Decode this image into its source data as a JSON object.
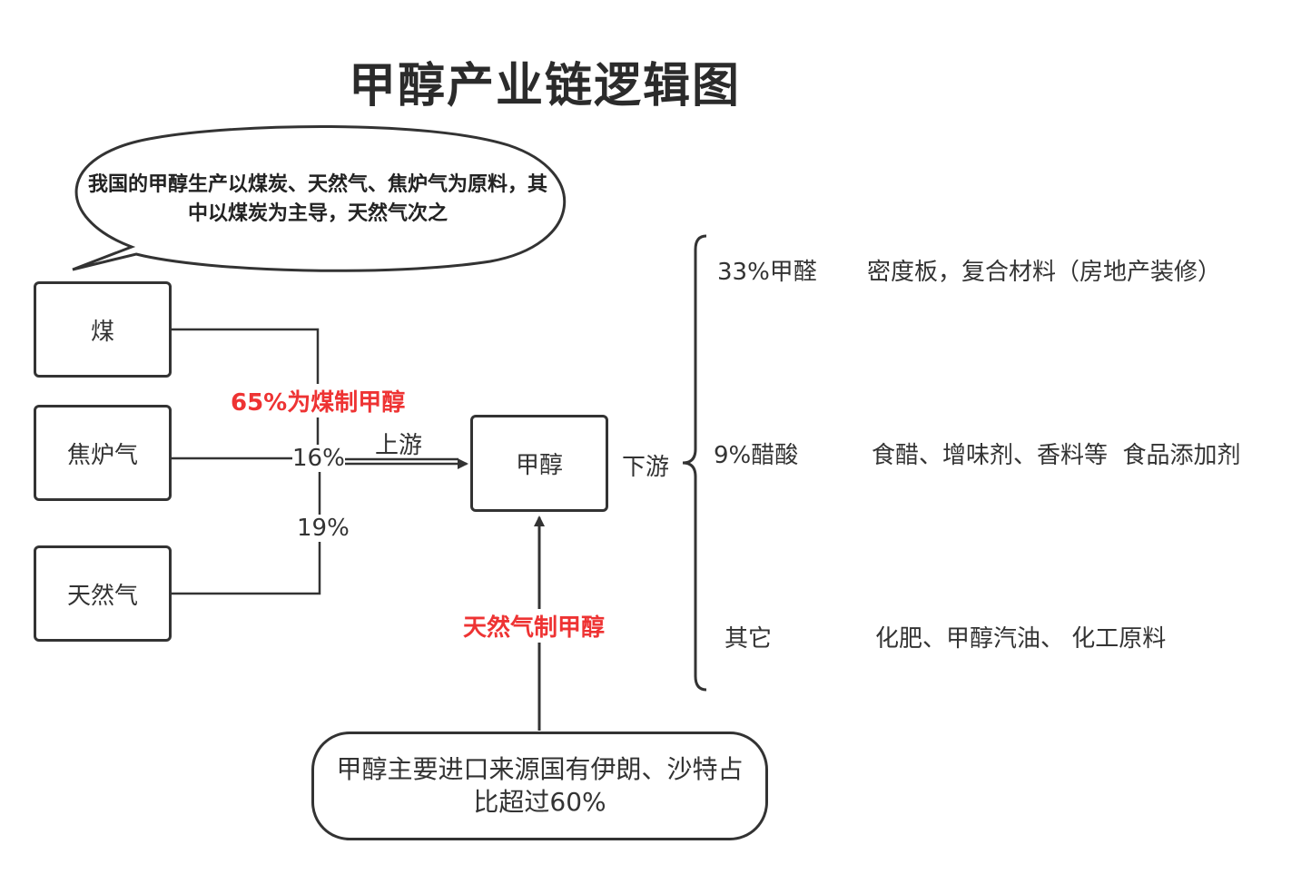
{
  "title": "甲醇产业链逻辑图",
  "bubble": {
    "text": "我国的甲醇生产以煤炭、天然气、焦炉气为原料，其中以煤炭为主导，天然气次之"
  },
  "sources": {
    "coal": "煤",
    "coke_gas": "焦炉气",
    "natural_gas": "天然气"
  },
  "shares": {
    "coal_label": "65%为煤制甲醇",
    "coke_gas_pct": "16%",
    "natural_gas_pct": "19%"
  },
  "upstream_label": "上游",
  "center": "甲醇",
  "downstream_label": "下游",
  "natural_gas_methanol_label": "天然气制甲醇",
  "import_note": "甲醇主要进口来源国有伊朗、沙特占比超过60%",
  "downstream": [
    {
      "name": "33%甲醛",
      "use": "密度板，复合材料（房地产装修）"
    },
    {
      "name": "9%醋酸",
      "use": "食醋、增味剂、香料等  食品添加剂"
    },
    {
      "name": "其它",
      "use": "化肥、甲醇汽油、 化工原料"
    }
  ],
  "colors": {
    "accent_red": "#ee3333",
    "line": "#333333"
  }
}
